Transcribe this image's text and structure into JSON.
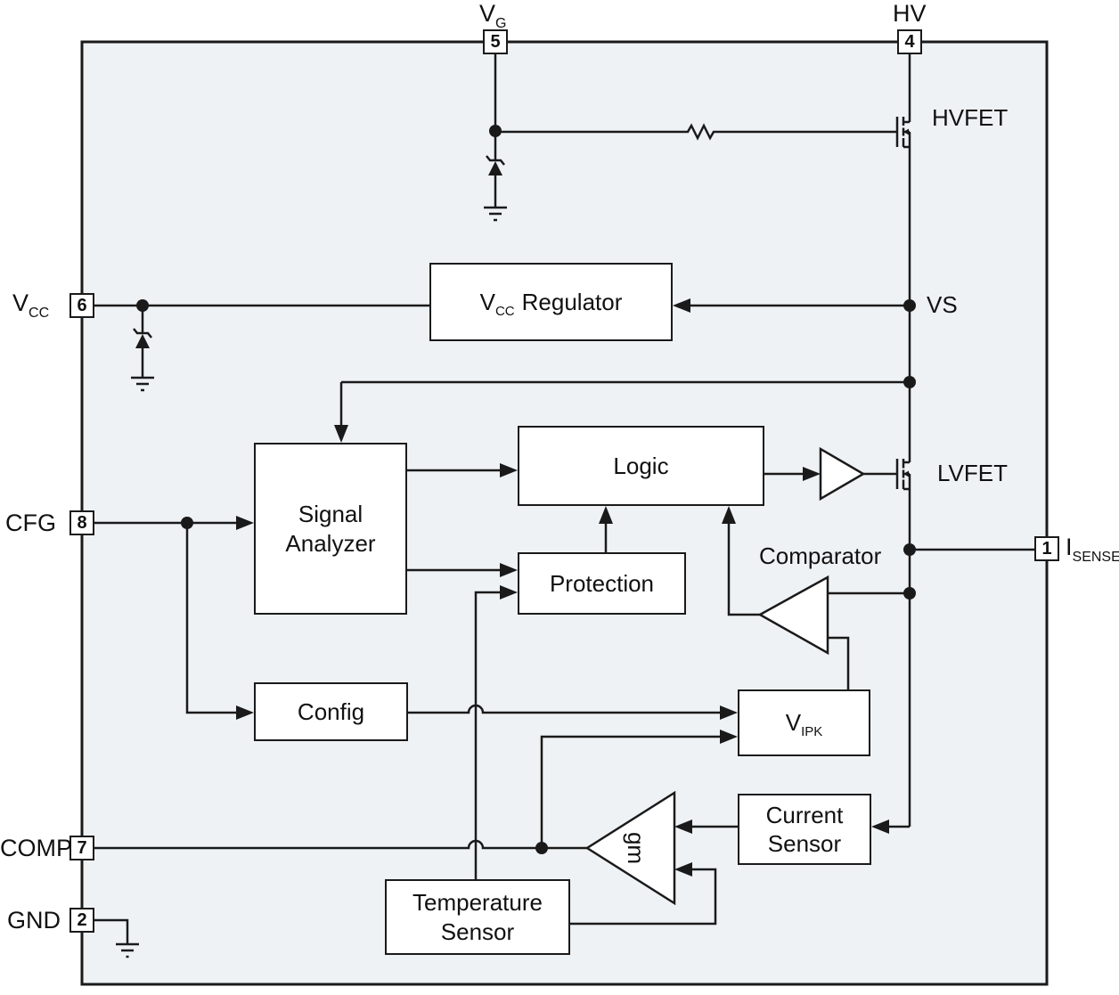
{
  "pins": {
    "vg": {
      "number": "5",
      "main": "V",
      "sub": "G"
    },
    "hv": {
      "number": "4",
      "label": "HV"
    },
    "vcc": {
      "number": "6",
      "main": "V",
      "sub": "CC"
    },
    "cfg": {
      "number": "8",
      "label": "CFG"
    },
    "comp": {
      "number": "7",
      "label": "COMP"
    },
    "gnd": {
      "number": "2",
      "label": "GND"
    },
    "isense": {
      "number": "1",
      "main": "I",
      "sub": "SENSE"
    }
  },
  "blocks": {
    "vcc_regulator": {
      "main": "V",
      "sub": "CC",
      "rest": "Regulator"
    },
    "signal_analyzer": {
      "line1": "Signal",
      "line2": "Analyzer"
    },
    "logic": {
      "label": "Logic"
    },
    "protection": {
      "label": "Protection"
    },
    "config": {
      "label": "Config"
    },
    "vipk": {
      "main": "V",
      "sub": "IPK"
    },
    "current_sensor": {
      "line1": "Current",
      "line2": "Sensor"
    },
    "temperature_sensor": {
      "line1": "Temperature",
      "line2": "Sensor"
    }
  },
  "labels": {
    "hvfet": "HVFET",
    "lvfet": "LVFET",
    "vs": "VS",
    "comparator": "Comparator",
    "gm": "gm"
  },
  "colors": {
    "ic_fill": "#eef2f5",
    "line": "#1a1a1a",
    "box_fill": "#ffffff"
  }
}
